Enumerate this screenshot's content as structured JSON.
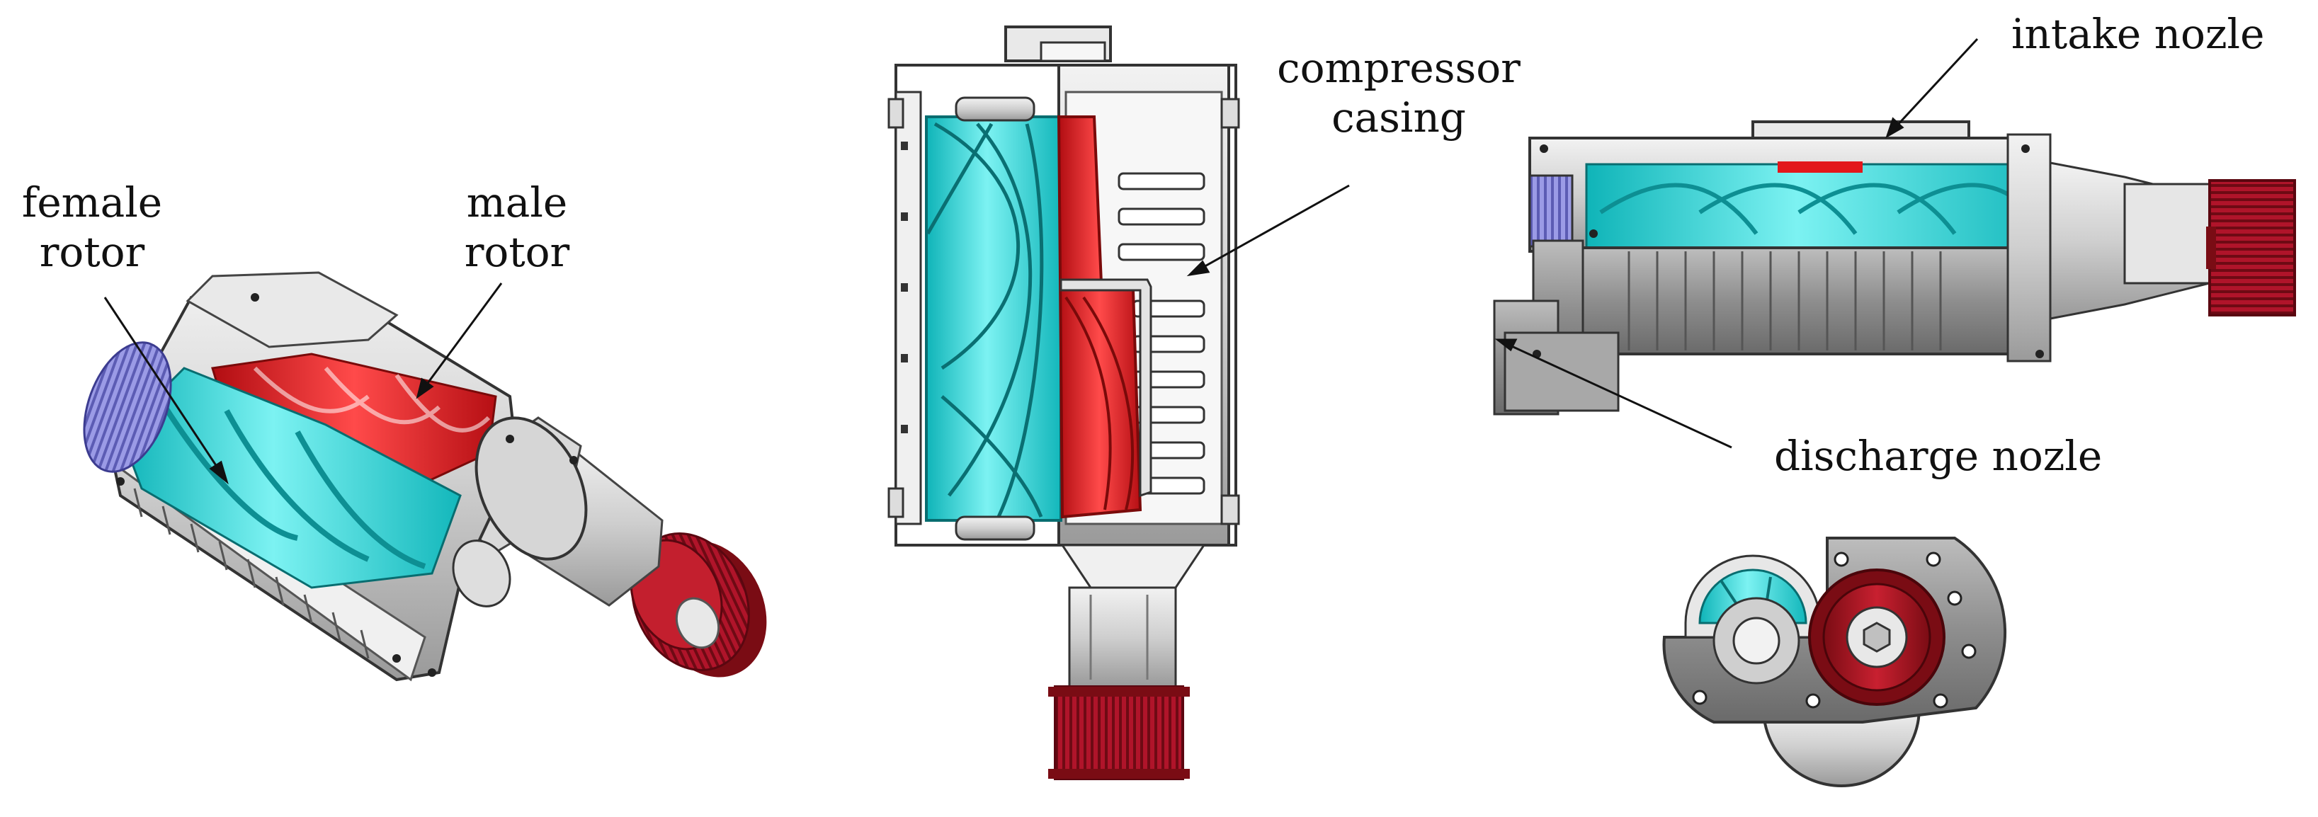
{
  "labels": {
    "female_rotor": [
      "female",
      "rotor"
    ],
    "male_rotor": [
      "male",
      "rotor"
    ],
    "compressor_casing": [
      "compressor",
      "casing"
    ],
    "intake_nozle": "intake nozle",
    "discharge_nozle": "discharge nozle"
  },
  "colors": {
    "female_rotor": "#22d3d6",
    "male_rotor": "#e3171b",
    "casing": "#e4e4e4",
    "casing_dark": "#8f8f8f",
    "pulley": "#a3131d",
    "gear": "#8a8ad8",
    "ink": "#111111"
  }
}
